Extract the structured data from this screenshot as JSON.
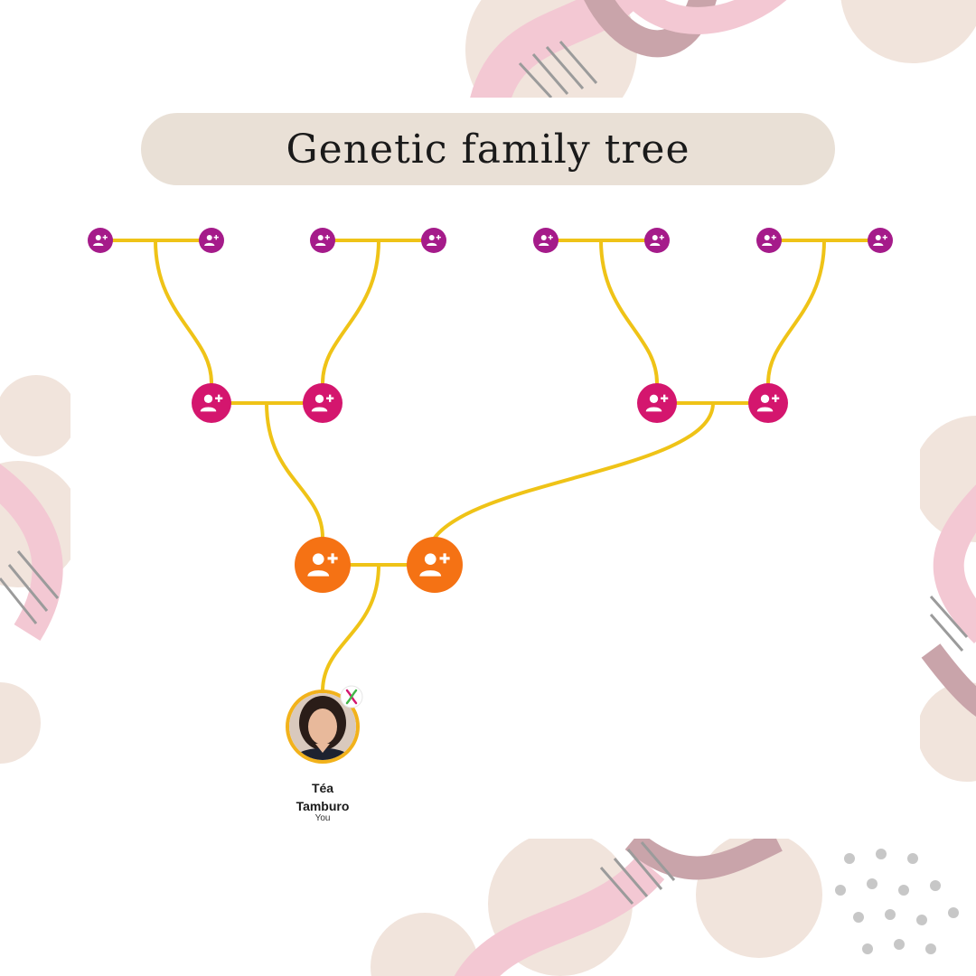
{
  "title": "Genetic family tree",
  "colors": {
    "great_grandparents": "#a51b8a",
    "grandparents": "#d4166e",
    "parents": "#f57214",
    "connectors": "#efc317",
    "title_pill": "#e9e0d6"
  },
  "tree": {
    "great_grandparents": [
      {
        "icon": "add-person-icon"
      },
      {
        "icon": "add-person-icon"
      },
      {
        "icon": "add-person-icon"
      },
      {
        "icon": "add-person-icon"
      },
      {
        "icon": "add-person-icon"
      },
      {
        "icon": "add-person-icon"
      },
      {
        "icon": "add-person-icon"
      },
      {
        "icon": "add-person-icon"
      }
    ],
    "grandparents": [
      {
        "icon": "add-person-icon"
      },
      {
        "icon": "add-person-icon"
      },
      {
        "icon": "add-person-icon"
      },
      {
        "icon": "add-person-icon"
      }
    ],
    "parents": [
      {
        "icon": "add-person-icon"
      },
      {
        "icon": "add-person-icon"
      }
    ],
    "you": {
      "name_line1": "Téa",
      "name_line2": "Tamburo",
      "label": "You",
      "badge_icon": "dna-icon"
    }
  }
}
